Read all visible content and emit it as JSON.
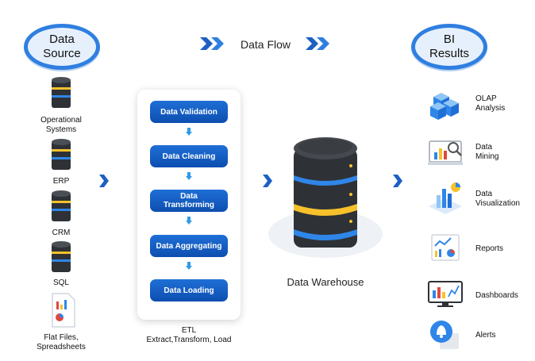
{
  "source": {
    "title_line1": "Data",
    "title_line2": "Source"
  },
  "flow": {
    "title": "Data Flow"
  },
  "bi": {
    "title_line1": "BI",
    "title_line2": "Results"
  },
  "sources": [
    {
      "label_line1": "Operational",
      "label_line2": "Systems"
    },
    {
      "label_line1": "ERP",
      "label_line2": ""
    },
    {
      "label_line1": "CRM",
      "label_line2": ""
    },
    {
      "label_line1": "SQL",
      "label_line2": ""
    },
    {
      "label_line1": "Flat Files,",
      "label_line2": "Spreadsheets"
    }
  ],
  "etl": {
    "steps": [
      {
        "line1": "Data Validation",
        "line2": ""
      },
      {
        "line1": "Data Cleaning",
        "line2": ""
      },
      {
        "line1": "Data",
        "line2": "Transforming"
      },
      {
        "line1": "Data Aggregating",
        "line2": ""
      },
      {
        "line1": "Data Loading",
        "line2": ""
      }
    ],
    "caption_line1": "ETL",
    "caption_line2": "Extract,Transform, Load"
  },
  "warehouse": {
    "label": "Data Warehouse"
  },
  "results": [
    {
      "line1": "OLAP",
      "line2": "Analysis",
      "icon": "cubes-icon"
    },
    {
      "line1": "Data",
      "line2": "Mining",
      "icon": "mining-icon"
    },
    {
      "line1": "Data",
      "line2": "Visualization",
      "icon": "visualization-icon"
    },
    {
      "line1": "Reports",
      "line2": "",
      "icon": "reports-icon"
    },
    {
      "line1": "Dashboards",
      "line2": "",
      "icon": "dashboard-icon"
    },
    {
      "line1": "Alerts",
      "line2": "",
      "icon": "bell-icon"
    }
  ],
  "colors": {
    "accent": "#2f7fe0",
    "box": "#1f6fd6",
    "db_dark": "#2e3136",
    "db_yellow": "#f6c12b",
    "db_blue": "#2f86e8"
  }
}
